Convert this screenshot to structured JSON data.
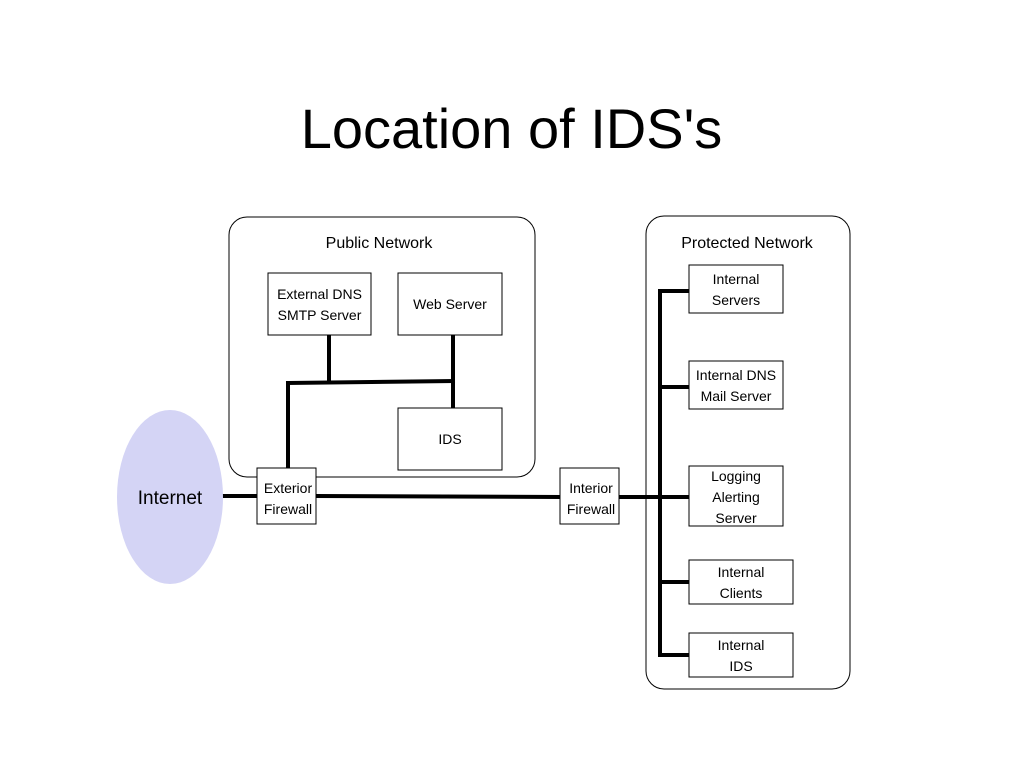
{
  "title": "Location of IDS's",
  "colors": {
    "internet_fill": "#d4d4f5",
    "line": "#000000",
    "box_fill": "#ffffff"
  },
  "groups": {
    "public": {
      "label": "Public Network"
    },
    "protected": {
      "label": "Protected Network"
    }
  },
  "nodes": {
    "internet": {
      "lines": [
        "Internet"
      ]
    },
    "external_dns": {
      "lines": [
        "External DNS",
        "SMTP Server"
      ]
    },
    "web_server": {
      "lines": [
        "Web Server"
      ]
    },
    "ids": {
      "lines": [
        "IDS"
      ]
    },
    "exterior_firewall": {
      "lines": [
        "Exterior",
        "Firewall"
      ]
    },
    "interior_firewall": {
      "lines": [
        "Interior",
        "Firewall"
      ]
    },
    "internal_servers": {
      "lines": [
        "Internal",
        "Servers"
      ]
    },
    "internal_dns": {
      "lines": [
        "Internal DNS",
        "Mail Server"
      ]
    },
    "logging": {
      "lines": [
        "Logging",
        "Alerting",
        "Server"
      ]
    },
    "internal_clients": {
      "lines": [
        "Internal",
        "Clients"
      ]
    },
    "internal_ids": {
      "lines": [
        "Internal",
        "IDS"
      ]
    }
  }
}
